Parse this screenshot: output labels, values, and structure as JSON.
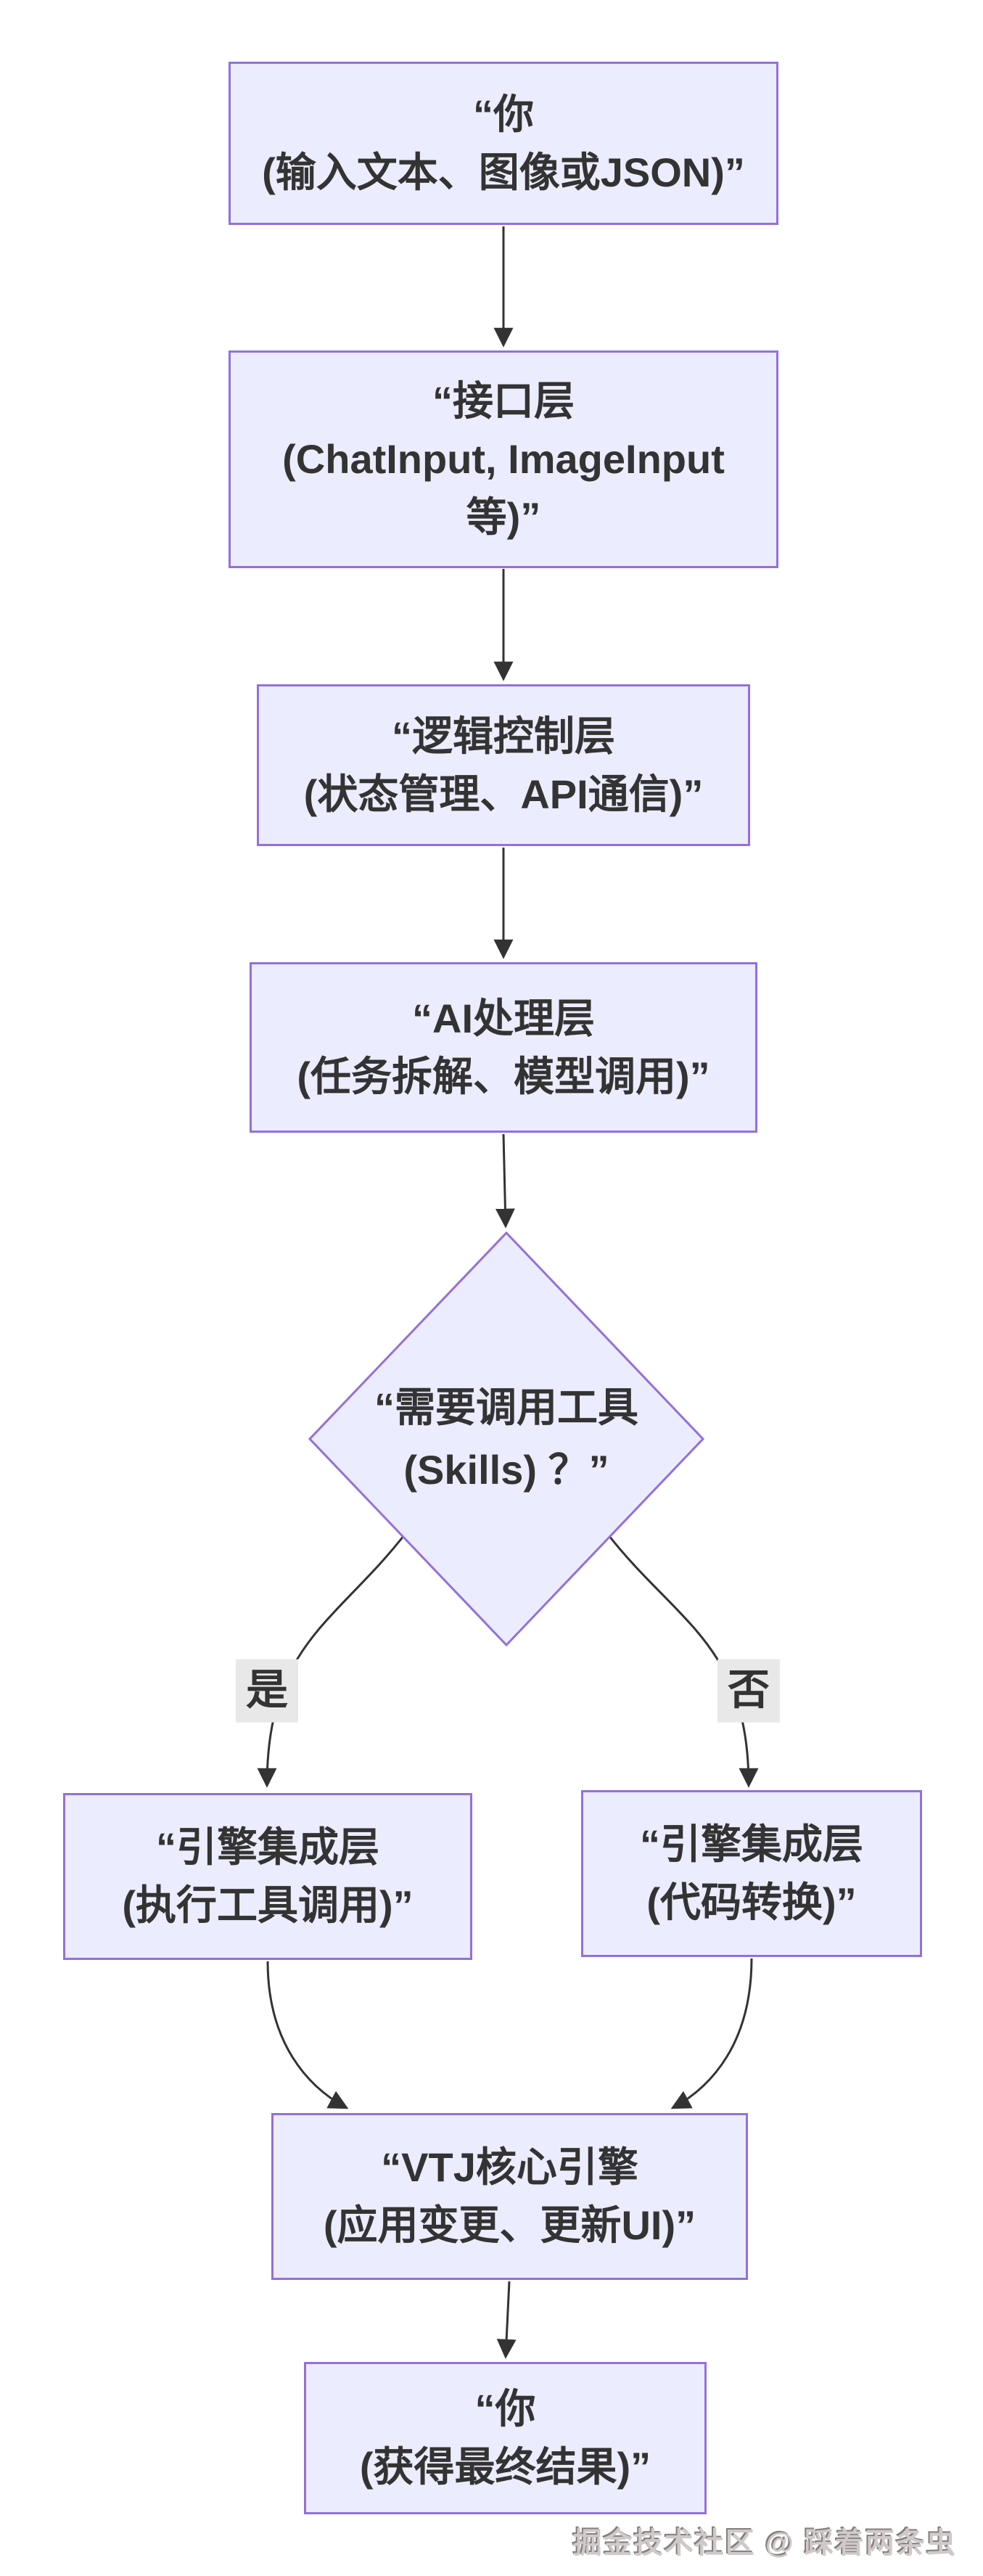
{
  "diagram": {
    "type": "flowchart",
    "direction": "top-down",
    "theme": {
      "node_fill": "#ECECFF",
      "node_border": "#9370DB",
      "arrow_color": "#333333",
      "text_color": "#333333",
      "edge_label_background": "#e8e8e8",
      "page_background": "#ffffff"
    }
  },
  "nodes": {
    "user_input": {
      "shape": "rect",
      "lines": [
        "“你",
        "(输入文本、图像或JSON)”"
      ]
    },
    "interface_layer": {
      "shape": "rect",
      "lines": [
        "“接口层",
        "(ChatInput, ImageInput",
        "等)”"
      ]
    },
    "logic_layer": {
      "shape": "rect",
      "lines": [
        "“逻辑控制层",
        "(状态管理、API通信)”"
      ]
    },
    "ai_layer": {
      "shape": "rect",
      "lines": [
        "“AI处理层",
        "(任务拆解、模型调用)”"
      ]
    },
    "decision": {
      "shape": "diamond",
      "lines": [
        "“需要调用工具",
        "(Skills) ？”"
      ]
    },
    "engine_tool": {
      "shape": "rect",
      "lines": [
        "“引擎集成层",
        "(执行工具调用)”"
      ]
    },
    "engine_code": {
      "shape": "rect",
      "lines": [
        "“引擎集成层",
        "(代码转换)”"
      ]
    },
    "vtj_core": {
      "shape": "rect",
      "lines": [
        "“VTJ核心引擎",
        "(应用变更、更新UI)”"
      ]
    },
    "user_result": {
      "shape": "rect",
      "lines": [
        "“你",
        "(获得最终结果)”"
      ]
    }
  },
  "edges": [
    {
      "from": "user_input",
      "to": "interface_layer",
      "label": ""
    },
    {
      "from": "interface_layer",
      "to": "logic_layer",
      "label": ""
    },
    {
      "from": "logic_layer",
      "to": "ai_layer",
      "label": ""
    },
    {
      "from": "ai_layer",
      "to": "decision",
      "label": ""
    },
    {
      "from": "decision",
      "to": "engine_tool",
      "label": "是"
    },
    {
      "from": "decision",
      "to": "engine_code",
      "label": "否"
    },
    {
      "from": "engine_tool",
      "to": "vtj_core",
      "label": ""
    },
    {
      "from": "engine_code",
      "to": "vtj_core",
      "label": ""
    },
    {
      "from": "vtj_core",
      "to": "user_result",
      "label": ""
    }
  ],
  "watermark": "掘金技术社区 @ 踩着两条虫"
}
